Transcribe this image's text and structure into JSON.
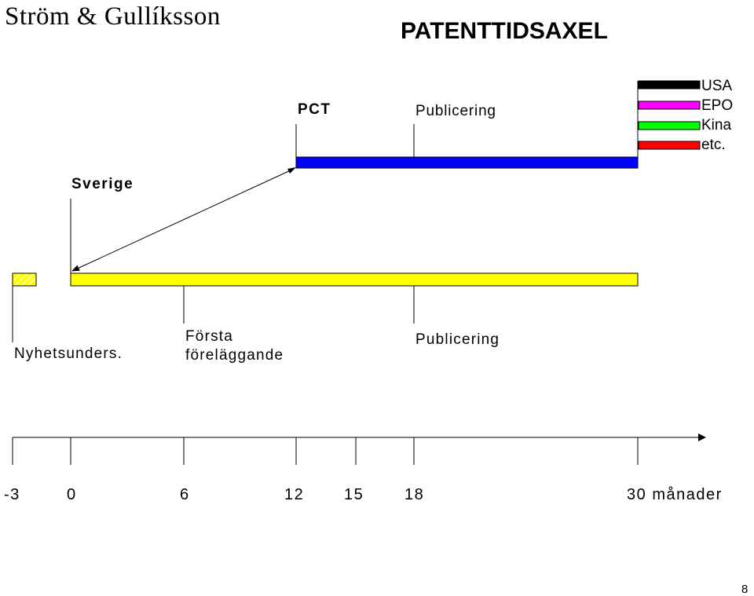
{
  "header": {
    "logo_text": "Ström & Gullíksson",
    "title": "PATENTTIDSAXEL"
  },
  "diagram": {
    "pct_label": "PCT",
    "pct_publication_label": "Publicering",
    "country_label": "Sverige",
    "novelty_search_label": "Nyhetsunders.",
    "first_action_label_line1": "Första",
    "first_action_label_line2": "föreläggande",
    "national_publication_label": "Publicering",
    "bar_colors": {
      "pct": "#0000ff",
      "sweden": "#ffff00",
      "novelty_search": "#ffff00",
      "usa": "#000000",
      "epo": "#ff00ff",
      "china": "#00ff00",
      "other": "#ff0000"
    }
  },
  "legend": {
    "items": [
      "USA",
      "EPO",
      "Kina",
      "etc."
    ]
  },
  "axis": {
    "tick_labels": [
      "-3",
      "0",
      "6",
      "12",
      "15",
      "18",
      "30"
    ],
    "unit": "månader"
  },
  "page_number": "8"
}
